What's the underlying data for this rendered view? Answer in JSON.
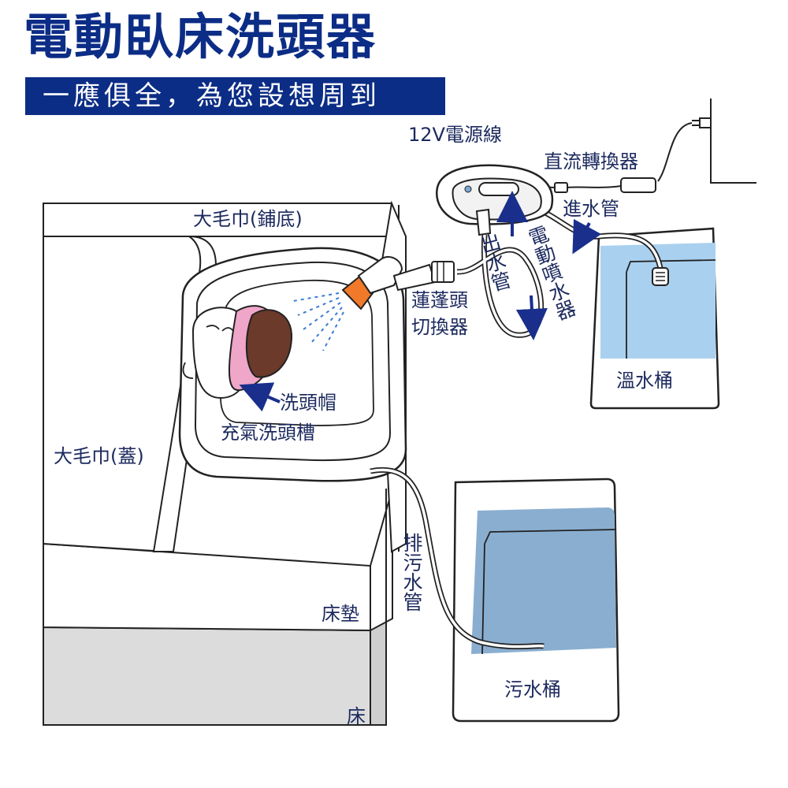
{
  "title": "電動臥床洗頭器",
  "subtitle": "一應俱全，為您設想周到",
  "labels": {
    "power_cord": "12V電源線",
    "dc_converter": "直流轉換器",
    "inlet_hose": "進水管",
    "outlet_hose": "出水管",
    "electric_sprayer": "電動噴水器",
    "warm_bucket": "溫水桶",
    "shower_switch_line1": "蓮蓬頭",
    "shower_switch_line2": "切換器",
    "shampoo_cap": "洗頭帽",
    "inflatable_basin": "充氣洗頭槽",
    "towel_bottom": "大毛巾(鋪底)",
    "towel_cover": "大毛巾(蓋)",
    "drain_hose": "排污水管",
    "mattress": "床墊",
    "bed": "床",
    "waste_bucket": "污水桶"
  },
  "colors": {
    "brand_blue": "#0c2d86",
    "label_text": "#1c2a5e",
    "arrow_blue": "#1a2f8c",
    "warm_water": "#a9d0ef",
    "waste_water": "#8aaed0",
    "bed_gray": "#dcdcdc",
    "hair_brown": "#6b3a2a",
    "cap_pink": "#f0a6c8",
    "nozzle_orange": "#f07a2a"
  },
  "icons": [
    "sprayer-pump-icon",
    "shower-head-icon",
    "water-filter-icon",
    "wall-outlet-icon"
  ]
}
